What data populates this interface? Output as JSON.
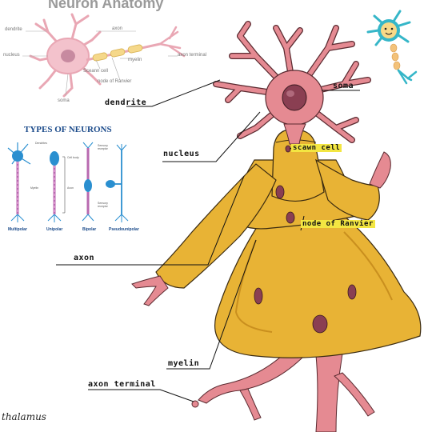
{
  "reference_diagram": {
    "title": "Neuron Anatomy",
    "labels": {
      "dendrite": "dendrite",
      "axon": "axon",
      "nucleus": "nucleus",
      "myelin": "myelin",
      "axon_terminal": "axon terminal",
      "schwann_cell": "Sceann cell",
      "node_of_ranvier": "node of Ranvier",
      "soma": "soma"
    }
  },
  "types_of_neurons": {
    "title": "TYPES OF NEURONS",
    "types": [
      "Multipolar",
      "Unipolar",
      "Bipolar",
      "Pseudounipolar"
    ],
    "mini_labels": {
      "dendrites": "Dendrites",
      "myelin": "Myelin",
      "cell_body": "Cell body",
      "axon": "Axon",
      "sensory_receptor_top": "Sensory receptor",
      "sensory_receptor_bottom": "Sensory receptor"
    }
  },
  "character_labels": {
    "dendrite": "dendrite",
    "soma": "soma",
    "nucleus": "nucleus",
    "schwann_cell": "scawn cell",
    "node_of_ranvier": "node of Ranvier",
    "axon": "axon",
    "myelin": "myelin",
    "axon_terminal": "axon terminal"
  },
  "signature": "thalamus",
  "colors": {
    "dress": "#e8b335",
    "dress_shadow": "#c98f1e",
    "skin": "#e58a92",
    "skin_dark": "#c96a73",
    "nucleus": "#8a3f52",
    "highlight": "#f3e642",
    "mini_neuron": "#35b6c8"
  }
}
